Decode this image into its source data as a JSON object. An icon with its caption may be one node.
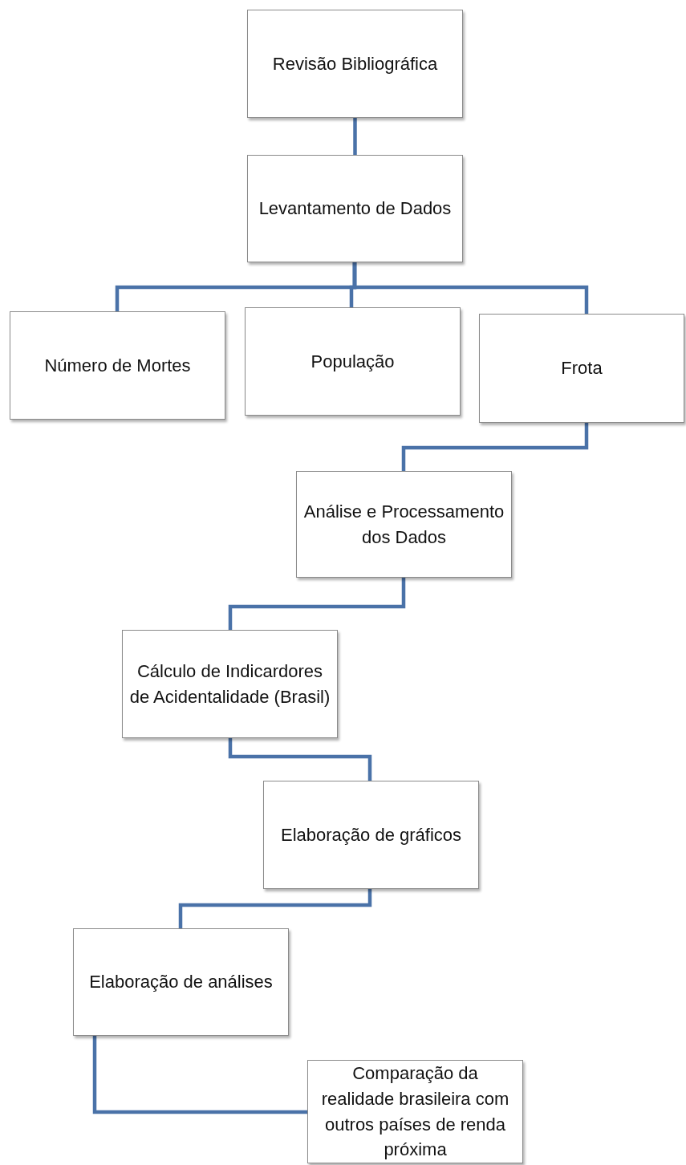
{
  "diagram": {
    "nodes": [
      {
        "text": [
          "Revisão Bibliográfica"
        ]
      },
      {
        "text": [
          "Levantamento de Dados"
        ]
      },
      {
        "text": [
          "Número de Mortes"
        ]
      },
      {
        "text": [
          "População"
        ]
      },
      {
        "text": [
          "Frota"
        ]
      },
      {
        "text": [
          "Análise e Processamento dos Dados"
        ]
      },
      {
        "text": [
          "Cálculo de Indicardores de Acidentalidade (Brasil)"
        ]
      },
      {
        "text": [
          "Elaboração de gráficos"
        ]
      },
      {
        "text": [
          "Elaboração de análises"
        ]
      },
      {
        "text": [
          "Comparação da realidade brasileira com outros países de renda próxima"
        ]
      }
    ],
    "edges": [
      {
        "from": 0,
        "to": 1,
        "arrow": "none"
      },
      {
        "from": 1,
        "to": 2,
        "arrow": "none"
      },
      {
        "from": 1,
        "to": 3,
        "arrow": "none"
      },
      {
        "from": 1,
        "to": 4,
        "arrow": "none"
      },
      {
        "from": 4,
        "to": 5,
        "arrow": "none"
      },
      {
        "from": 5,
        "to": 6,
        "arrow": "none"
      },
      {
        "from": 6,
        "to": 7,
        "arrow": "none"
      },
      {
        "from": 7,
        "to": 8,
        "arrow": "none"
      },
      {
        "from": 8,
        "to": 9,
        "arrow": "none"
      }
    ]
  }
}
